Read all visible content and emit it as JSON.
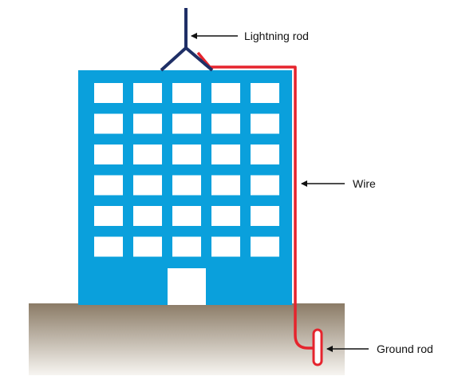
{
  "diagram": {
    "labels": {
      "lightning_rod": "Lightning rod",
      "wire": "Wire",
      "ground_rod": "Ground rod"
    },
    "colors": {
      "building": "#0aa0dc",
      "windows": "#ffffff",
      "rod": "#1f2f66",
      "wire": "#e5242d",
      "ground_top": "#8b7b66",
      "ground_bottom": "#f7f5f1"
    },
    "building": {
      "window_rows": 6,
      "window_columns": 5
    }
  }
}
